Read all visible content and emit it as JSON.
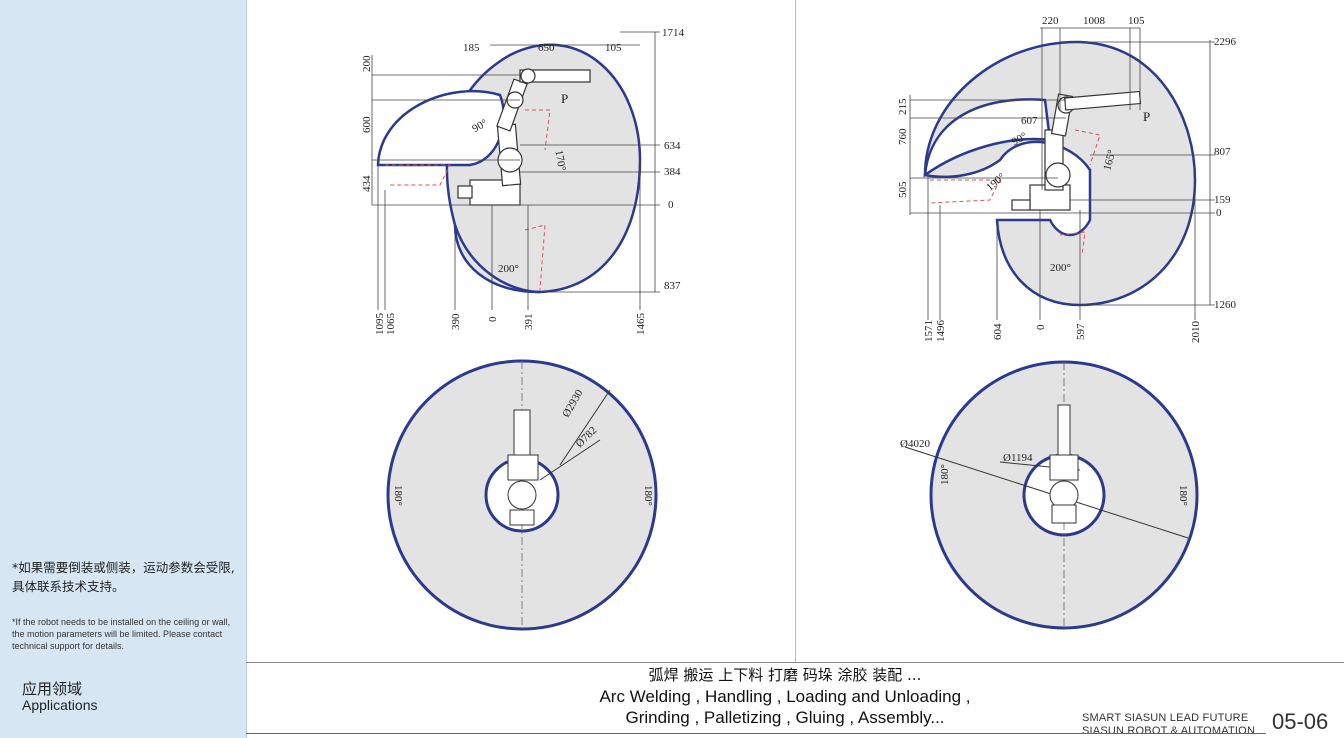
{
  "sidebar": {
    "note_cn": "*如果需要倒装或侧装，运动参数会受限,具体联系技术支持。",
    "note_en": "*If the robot needs to be installed on the ceiling or wall, the motion parameters will be limited. Please contact technical support for details.",
    "applications_cn": "应用领域",
    "applications_en": "Applications"
  },
  "applications": {
    "cn": "弧焊 搬运 上下料 打磨 码垛 涂胶 装配 ...",
    "en_line1": "Arc Welding , Handling , Loading and Unloading ,",
    "en_line2": "Grinding , Palletizing , Gluing , Assembly..."
  },
  "footer": {
    "line1": "SMART SIASUN   LEAD FUTURE",
    "line2": "SIASUN ROBOT & AUTOMATION",
    "page": "05-06"
  },
  "left_side": {
    "top_dims": [
      "185",
      "650",
      "105",
      "1714"
    ],
    "left_dims": [
      "200",
      "600",
      "434"
    ],
    "right_dims": [
      "634",
      "384",
      "0",
      "837"
    ],
    "bottom_dims": [
      "1095",
      "1065",
      "390",
      "0",
      "391",
      "1465"
    ],
    "angles": [
      "90°",
      "170°",
      "200°"
    ],
    "point": "P",
    "top_diameters": [
      "Ø2930",
      "Ø782"
    ],
    "top_angles": [
      "180°",
      "180°"
    ]
  },
  "right_side": {
    "top_dims": [
      "220",
      "1008",
      "105",
      "2296"
    ],
    "left_dims": [
      "215",
      "760",
      "505"
    ],
    "inner_dims": [
      "607",
      "90°",
      "190°",
      "165°"
    ],
    "right_dims": [
      "807",
      "159",
      "0",
      "1260"
    ],
    "bottom_dims": [
      "1571",
      "1496",
      "604",
      "0",
      "597",
      "2010"
    ],
    "angles": [
      "200°"
    ],
    "point": "P",
    "top_diameters": [
      "Ø4020",
      "Ø1194"
    ],
    "top_angles": [
      "180°",
      "180°"
    ]
  },
  "colors": {
    "sidebar": "#d6e6f2",
    "envelope": "#2b3a8c",
    "fill": "#e3e3e3",
    "dashed": "#d9534f"
  }
}
